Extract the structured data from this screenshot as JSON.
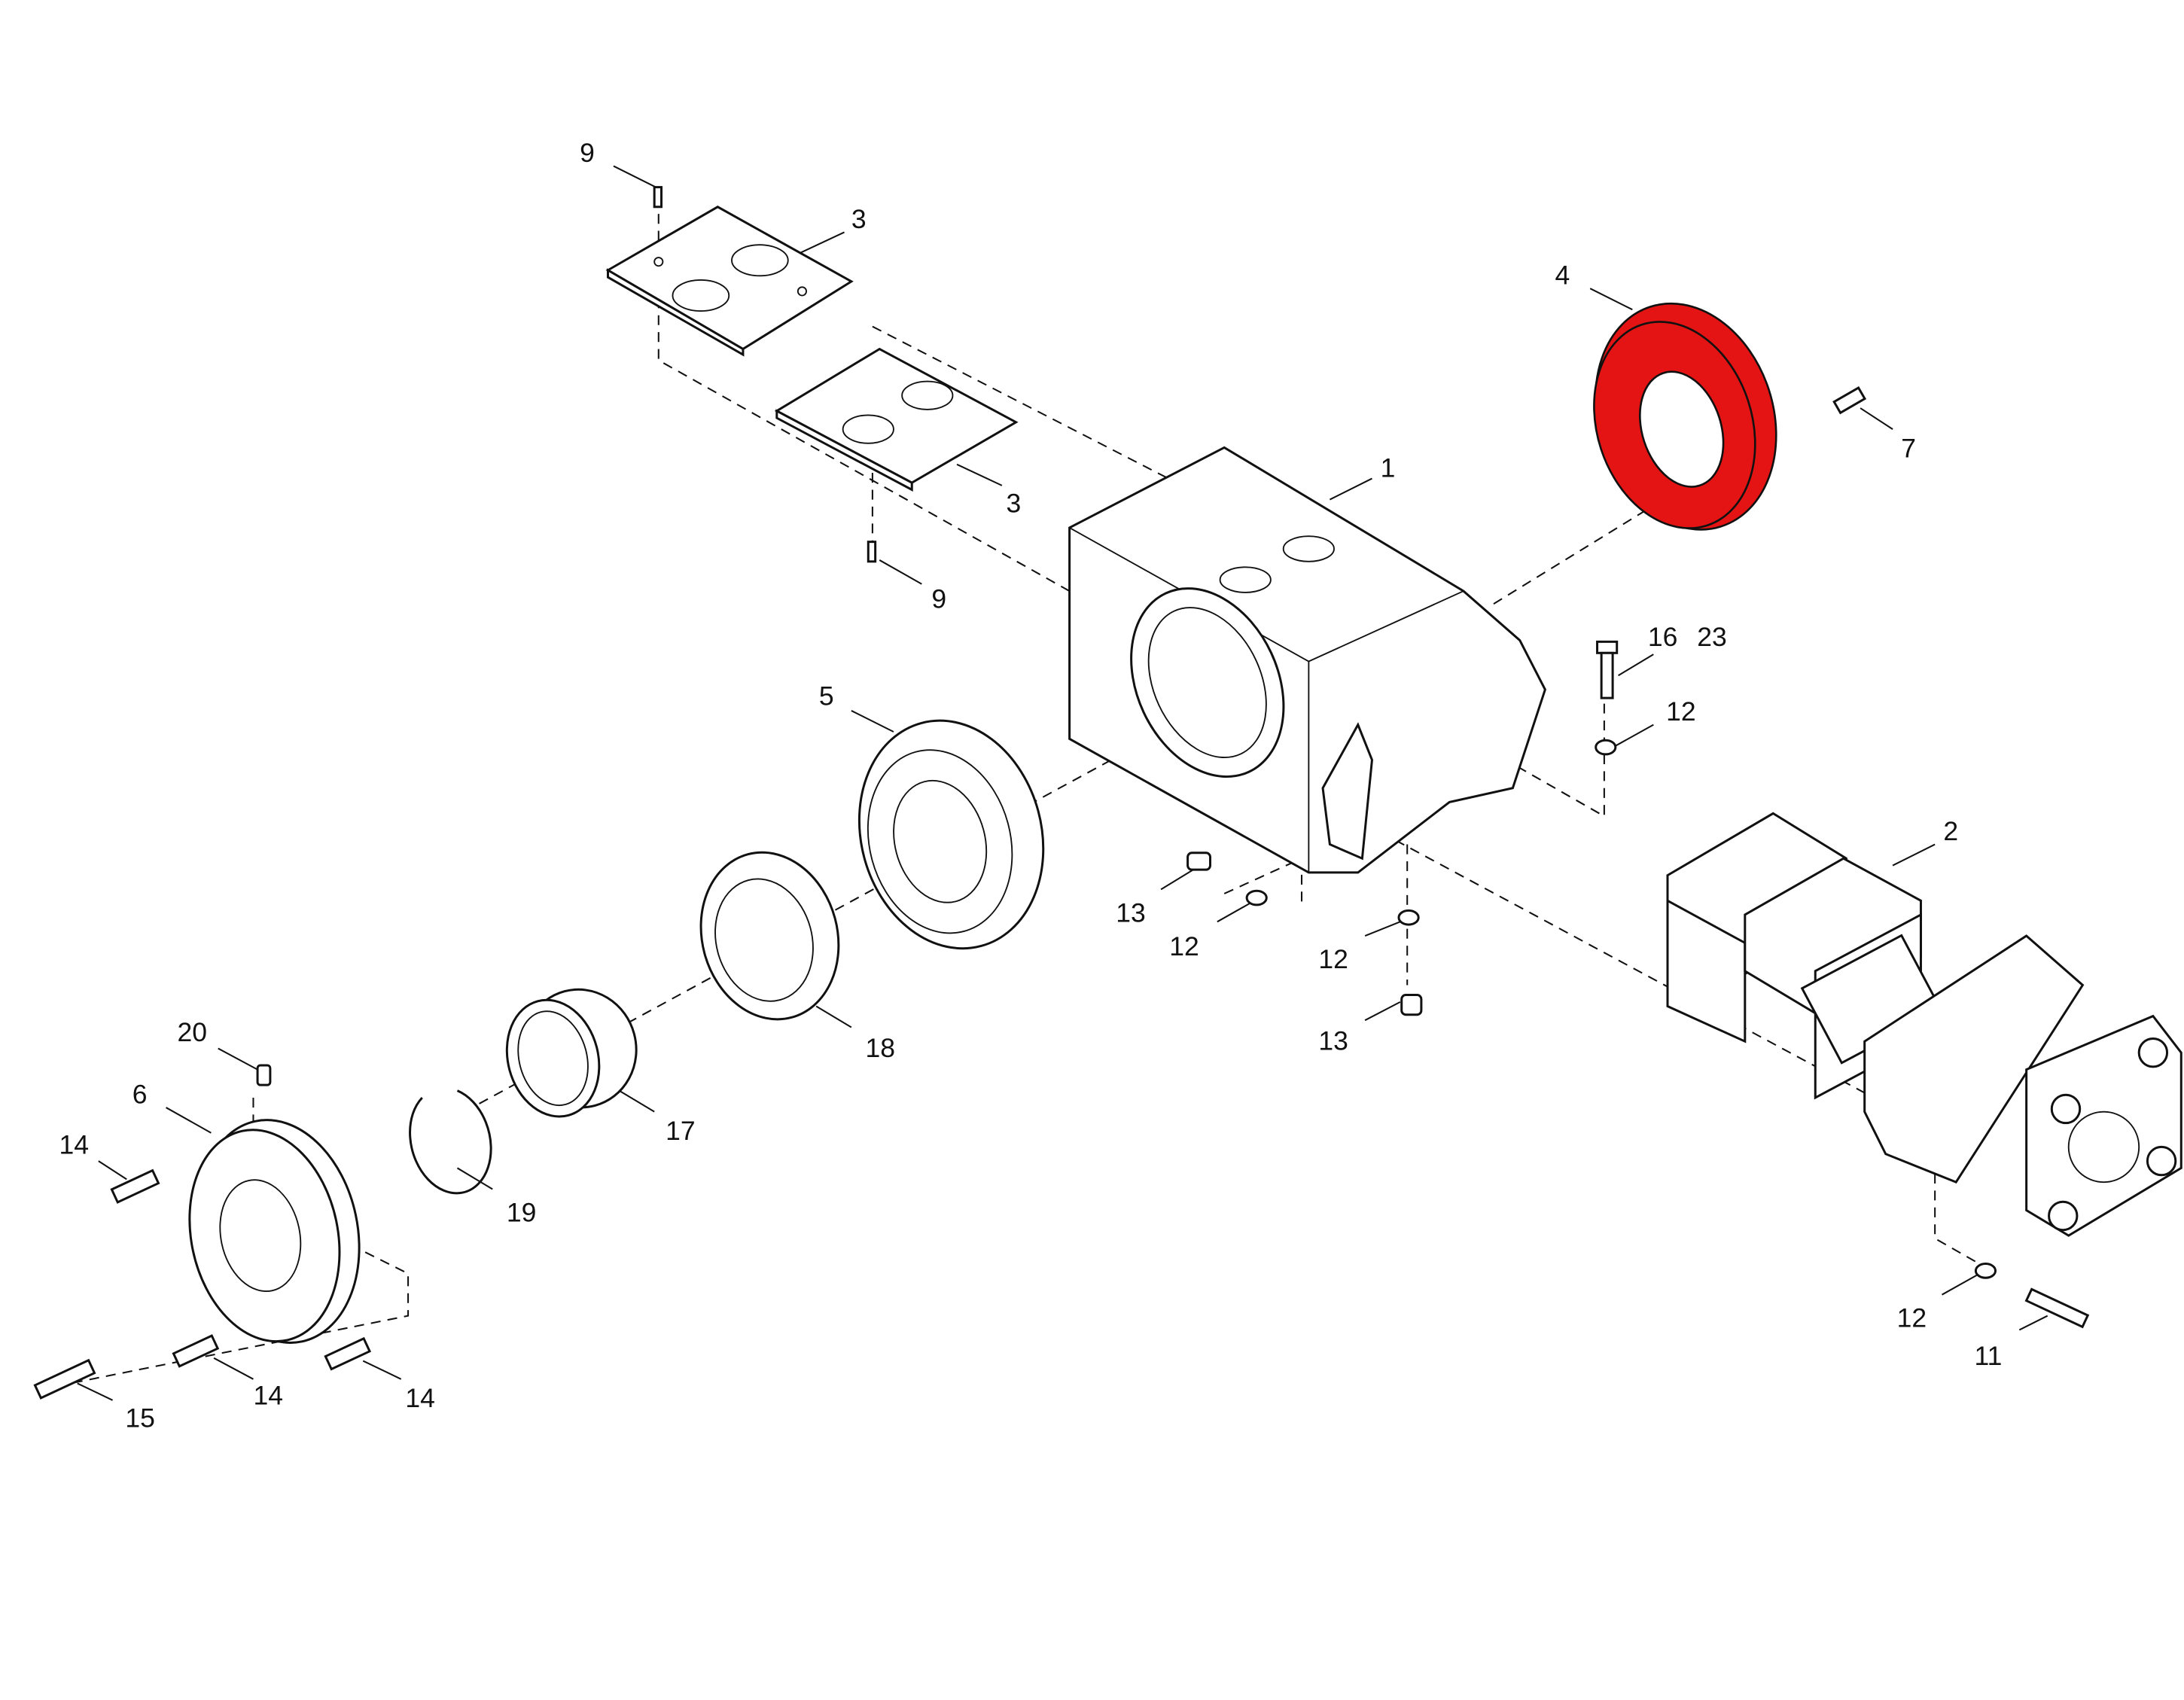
{
  "diagram": {
    "highlight_color": "#e41414",
    "callouts": [
      {
        "id": "c9a",
        "text": "9"
      },
      {
        "id": "c3a",
        "text": "3"
      },
      {
        "id": "c3b",
        "text": "3"
      },
      {
        "id": "c9b",
        "text": "9"
      },
      {
        "id": "c4",
        "text": "4",
        "highlighted": true
      },
      {
        "id": "c7",
        "text": "7"
      },
      {
        "id": "c1",
        "text": "1"
      },
      {
        "id": "c16",
        "text": "16"
      },
      {
        "id": "c23",
        "text": "23"
      },
      {
        "id": "c12a",
        "text": "12"
      },
      {
        "id": "c5",
        "text": "5"
      },
      {
        "id": "c2",
        "text": "2"
      },
      {
        "id": "c13a",
        "text": "13"
      },
      {
        "id": "c12b",
        "text": "12"
      },
      {
        "id": "c12c",
        "text": "12"
      },
      {
        "id": "c13b",
        "text": "13"
      },
      {
        "id": "c18",
        "text": "18"
      },
      {
        "id": "c20",
        "text": "20"
      },
      {
        "id": "c6",
        "text": "6"
      },
      {
        "id": "c14a",
        "text": "14"
      },
      {
        "id": "c17",
        "text": "17"
      },
      {
        "id": "c19",
        "text": "19"
      },
      {
        "id": "c14b",
        "text": "14"
      },
      {
        "id": "c14c",
        "text": "14"
      },
      {
        "id": "c15",
        "text": "15"
      },
      {
        "id": "c12d",
        "text": "12"
      },
      {
        "id": "c11",
        "text": "11"
      }
    ]
  }
}
